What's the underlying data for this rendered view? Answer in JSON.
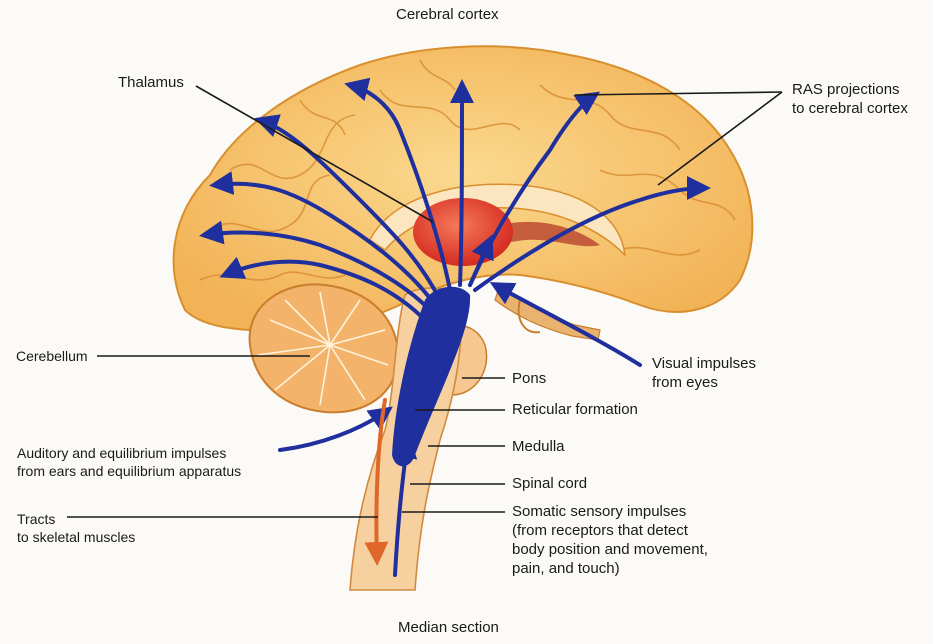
{
  "labels": {
    "cerebral_cortex": "Cerebral cortex",
    "thalamus": "Thalamus",
    "ras_projections": [
      "RAS projections",
      "to cerebral cortex"
    ],
    "cerebellum": "Cerebellum",
    "visual_impulses": [
      "Visual impulses",
      "from eyes"
    ],
    "pons": "Pons",
    "reticular_formation": "Reticular formation",
    "auditory_impulses": [
      "Auditory and equilibrium impulses",
      "from ears and equilibrium apparatus"
    ],
    "medulla": "Medulla",
    "spinal_cord": "Spinal cord",
    "tracts": [
      "Tracts",
      "to skeletal muscles"
    ],
    "somatic_impulses": [
      "Somatic sensory impulses",
      "(from receptors that detect",
      "body position and movement,",
      "pain, and touch)"
    ]
  },
  "caption": "Median section",
  "colors": {
    "background": "#fcfaf6",
    "cortex": "#f6c36a",
    "cortex_light": "#fbe0a2",
    "cortex_edge": "#d98f2e",
    "thalamus": "#e8362a",
    "cerebellum": "#f3b36a",
    "brainstem": "#f7c792",
    "ras_blue": "#1f2f9e",
    "motor_orange": "#e0672a",
    "leader_line": "#1a1a1a"
  }
}
